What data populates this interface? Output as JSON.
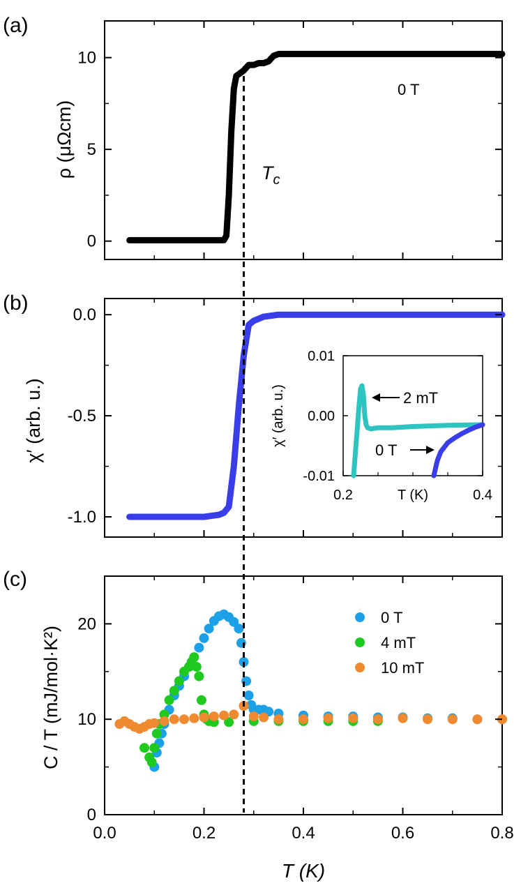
{
  "chart_data": [
    {
      "panel_label": "(a)",
      "type": "line",
      "ylabel": "ρ (μΩcm)",
      "xlim": [
        0.0,
        0.8
      ],
      "ylim": [
        -1.0,
        12.0
      ],
      "yticks": [
        "0",
        "5",
        "10"
      ],
      "annotations": [
        "0 T",
        "Tc"
      ],
      "series": [
        {
          "color": "#000000",
          "x": [
            0.05,
            0.1,
            0.15,
            0.2,
            0.24,
            0.245,
            0.25,
            0.255,
            0.26,
            0.265,
            0.27,
            0.28,
            0.29,
            0.3,
            0.31,
            0.32,
            0.33,
            0.34,
            0.35,
            0.4,
            0.5,
            0.6,
            0.7,
            0.8
          ],
          "y": [
            0.05,
            0.05,
            0.05,
            0.05,
            0.05,
            0.3,
            2.5,
            6.0,
            8.3,
            9.0,
            9.1,
            9.3,
            9.6,
            9.6,
            9.7,
            9.7,
            9.8,
            10.1,
            10.2,
            10.2,
            10.2,
            10.2,
            10.2,
            10.2
          ]
        }
      ]
    },
    {
      "panel_label": "(b)",
      "type": "line",
      "ylabel": "χ′ (arb. u.)",
      "xlim": [
        0.0,
        0.8
      ],
      "ylim": [
        -1.1,
        0.08
      ],
      "yticks": [
        "0.0",
        "-0.5",
        "-1.0"
      ],
      "series": [
        {
          "color": "#3a3ee8",
          "x": [
            0.05,
            0.1,
            0.15,
            0.2,
            0.23,
            0.24,
            0.25,
            0.26,
            0.27,
            0.28,
            0.29,
            0.3,
            0.32,
            0.35,
            0.4,
            0.5,
            0.6,
            0.7,
            0.8
          ],
          "y": [
            -1.0,
            -1.0,
            -1.0,
            -1.0,
            -0.99,
            -0.98,
            -0.95,
            -0.75,
            -0.45,
            -0.2,
            -0.05,
            -0.03,
            -0.01,
            0.0,
            0.0,
            0.0,
            0.0,
            0.0,
            0.0
          ]
        }
      ],
      "inset": {
        "type": "line",
        "xlabel": "T (K)",
        "ylabel": "χ′ (arb. u.)",
        "xlim": [
          0.2,
          0.4
        ],
        "ylim": [
          -0.01,
          0.01
        ],
        "xticks": [
          "0.2",
          "0.4"
        ],
        "yticks": [
          "0.01",
          "0.00",
          "-0.01"
        ],
        "annotations": [
          "2 mT",
          "0 T"
        ],
        "series": [
          {
            "name": "2 mT",
            "color": "#2ec4c0",
            "x": [
              0.215,
              0.217,
              0.219,
              0.221,
              0.223,
              0.225,
              0.227,
              0.229,
              0.231,
              0.233,
              0.235,
              0.24,
              0.25,
              0.27,
              0.3,
              0.35,
              0.4
            ],
            "y": [
              -0.01,
              -0.007,
              -0.004,
              -0.001,
              0.002,
              0.0045,
              0.005,
              0.0035,
              0.0,
              -0.0015,
              -0.002,
              -0.0022,
              -0.002,
              -0.002,
              -0.0018,
              -0.0016,
              -0.0015
            ],
            "label_text": "2 mT"
          },
          {
            "name": "0 T",
            "color": "#3a3ee8",
            "x": [
              0.33,
              0.335,
              0.34,
              0.35,
              0.36,
              0.37,
              0.38,
              0.39,
              0.4
            ],
            "y": [
              -0.01,
              -0.0075,
              -0.006,
              -0.0045,
              -0.0037,
              -0.003,
              -0.0024,
              -0.0019,
              -0.0015
            ],
            "label_text": "0 T"
          }
        ]
      }
    },
    {
      "panel_label": "(c)",
      "type": "scatter",
      "ylabel": "C / T (mJ/mol·K²)",
      "xlabel": "T (K)",
      "xlim": [
        0.0,
        0.8
      ],
      "ylim": [
        0,
        25
      ],
      "xticks": [
        "0.0",
        "0.2",
        "0.4",
        "0.6",
        "0.8"
      ],
      "yticks": [
        "0",
        "10",
        "20"
      ],
      "legend_position": "top-right",
      "series": [
        {
          "name": "0 T",
          "color": "#1da1e6",
          "x": [
            0.1,
            0.105,
            0.11,
            0.115,
            0.12,
            0.13,
            0.14,
            0.15,
            0.16,
            0.17,
            0.18,
            0.19,
            0.2,
            0.21,
            0.22,
            0.23,
            0.24,
            0.25,
            0.26,
            0.27,
            0.275,
            0.28,
            0.285,
            0.29,
            0.295,
            0.3,
            0.31,
            0.32,
            0.33,
            0.35,
            0.4,
            0.45,
            0.5,
            0.55,
            0.6,
            0.65,
            0.7,
            0.75,
            0.8
          ],
          "y": [
            5.0,
            6.5,
            7.5,
            8.5,
            9.5,
            11.0,
            12.5,
            13.5,
            14.5,
            15.5,
            16.5,
            17.5,
            18.5,
            19.5,
            20.3,
            20.8,
            21.0,
            20.7,
            20.2,
            19.5,
            18.0,
            16.0,
            14.0,
            12.5,
            11.5,
            11.0,
            11.0,
            11.0,
            10.8,
            10.6,
            10.4,
            10.3,
            10.3,
            10.2,
            10.2,
            10.1,
            10.1,
            10.0,
            10.0
          ]
        },
        {
          "name": "4 mT",
          "color": "#1fc91f",
          "x": [
            0.08,
            0.09,
            0.095,
            0.1,
            0.105,
            0.11,
            0.12,
            0.13,
            0.14,
            0.15,
            0.16,
            0.17,
            0.175,
            0.18,
            0.185,
            0.19,
            0.195,
            0.2,
            0.205,
            0.21,
            0.22,
            0.25,
            0.3,
            0.35,
            0.4,
            0.45,
            0.5,
            0.55
          ],
          "y": [
            7.0,
            6.0,
            5.5,
            7.0,
            8.5,
            9.5,
            10.5,
            12.0,
            13.0,
            14.0,
            15.0,
            15.5,
            16.0,
            16.5,
            15.5,
            14.5,
            12.0,
            10.5,
            10.0,
            9.8,
            9.7,
            9.7,
            9.8,
            9.8,
            9.8,
            9.8,
            9.8,
            9.8
          ]
        },
        {
          "name": "10 mT",
          "color": "#f08a30",
          "x": [
            0.03,
            0.04,
            0.05,
            0.06,
            0.07,
            0.08,
            0.09,
            0.1,
            0.12,
            0.14,
            0.16,
            0.18,
            0.2,
            0.22,
            0.24,
            0.26,
            0.28,
            0.3,
            0.32,
            0.35,
            0.4,
            0.45,
            0.5,
            0.55,
            0.6,
            0.65,
            0.7,
            0.75,
            0.8
          ],
          "y": [
            9.5,
            9.8,
            9.5,
            9.2,
            9.0,
            9.2,
            9.5,
            9.6,
            9.8,
            10.0,
            10.0,
            10.1,
            10.2,
            10.3,
            10.4,
            10.5,
            11.4,
            10.3,
            10.2,
            10.0,
            10.0,
            10.1,
            10.1,
            10.0,
            10.1,
            10.0,
            10.0,
            10.0,
            10.0
          ]
        }
      ]
    }
  ],
  "shared": {
    "tc_marker_x": 0.28,
    "tc_label": "T",
    "tc_subscript": "c"
  }
}
